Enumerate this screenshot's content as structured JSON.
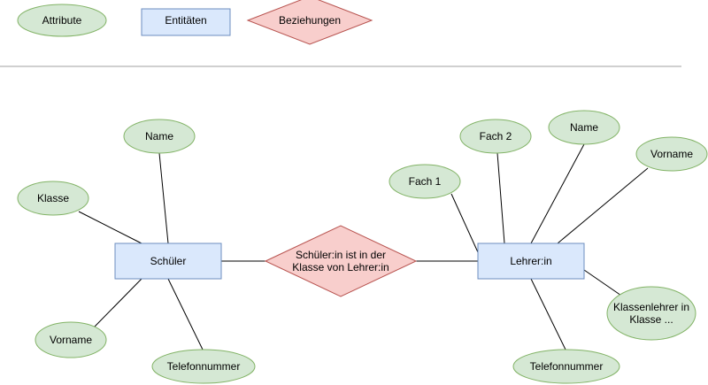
{
  "legend": {
    "attribute_label": "Attribute",
    "entity_label": "Entitäten",
    "relationship_label": "Beziehungen"
  },
  "entities": {
    "schueler": "Schüler",
    "lehrer": "Lehrer:in"
  },
  "relationship": {
    "line1": "Schüler:in ist in der",
    "line2": "Klasse von Lehrer:in"
  },
  "schueler_attributes": {
    "name": "Name",
    "klasse": "Klasse",
    "vorname": "Vorname",
    "telefon": "Telefonnummer"
  },
  "lehrer_attributes": {
    "fach1": "Fach 1",
    "fach2": "Fach 2",
    "name": "Name",
    "vorname": "Vorname",
    "klassenlehrer_line1": "Klassenlehrer in",
    "klassenlehrer_line2": "Klasse ...",
    "telefon": "Telefonnummer"
  },
  "colors": {
    "attribute_fill": "#d5e8d4",
    "attribute_stroke": "#82b366",
    "entity_fill": "#dae8fc",
    "entity_stroke": "#6c8ebf",
    "relationship_fill": "#f8cecc",
    "relationship_stroke": "#b85450",
    "line": "#000000",
    "divider": "#a0a0a0"
  }
}
